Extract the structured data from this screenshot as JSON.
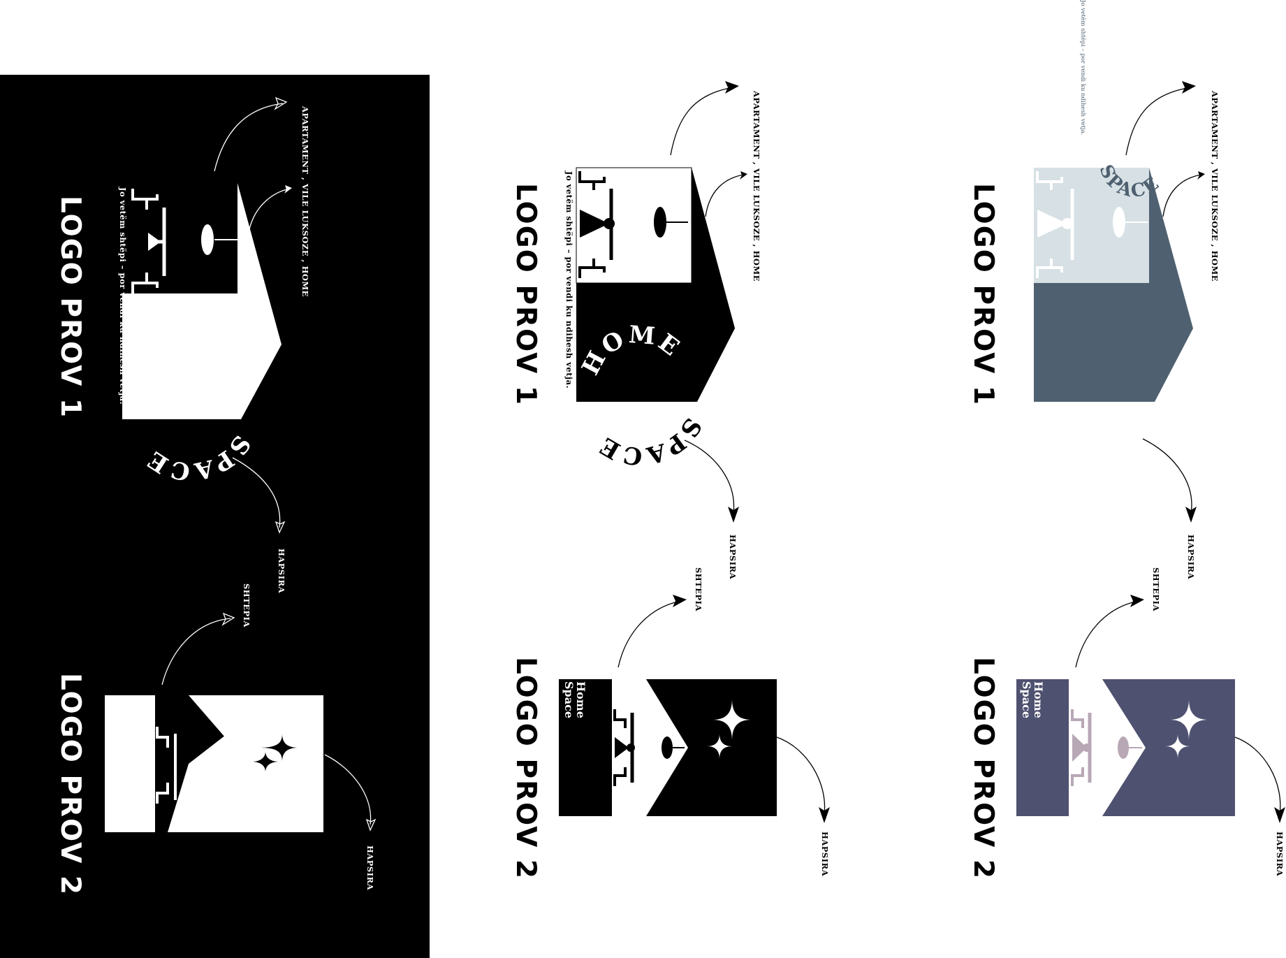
{
  "colors": {
    "black": "#000000",
    "white": "#ffffff",
    "slate": "#4f6170",
    "ice": "#d6e0e5",
    "indigo": "#4f5170",
    "mauve": "#b8a8b6"
  },
  "labels": {
    "logo1": "LOGO PROV 1",
    "logo2": "LOGO PROV 2",
    "home": "HOME",
    "space": "SPACE",
    "tagline": "Jo vetëm shtëpi – por vendi ku ndihesh vetja.",
    "types": "APARTAMENT , VILE LUKSOZE , HOME",
    "hapsira": "HAPSIRA",
    "shtepia": "SHTEPIA",
    "home_space_line1": "Home",
    "home_space_line2": "Space"
  },
  "icons": [
    "arrow-icon",
    "chair-icon",
    "table-icon",
    "lamp-icon",
    "sparkle-icon",
    "house-icon"
  ]
}
